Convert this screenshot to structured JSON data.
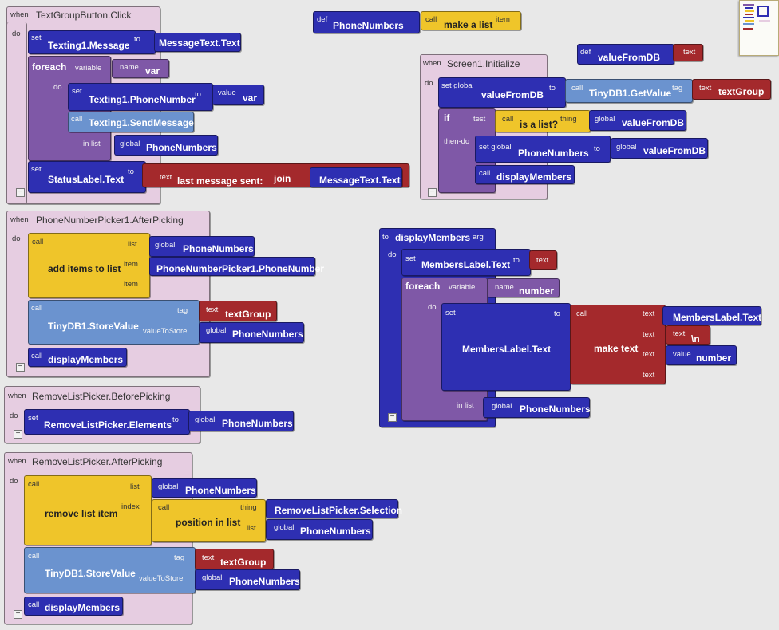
{
  "labels": {
    "when": "when",
    "do": "do",
    "set": "set",
    "to": "to",
    "call": "call",
    "def": "def",
    "text": "text",
    "foreach": "foreach",
    "variable": "variable",
    "name": "name",
    "in_list": "in list",
    "value": "value",
    "global": "global",
    "set_global": "set global",
    "list": "list",
    "item": "item",
    "index": "index",
    "tag": "tag",
    "value_to_store": "valueToStore",
    "if": "if",
    "test": "test",
    "then_do": "then-do",
    "thing": "thing",
    "arg": "arg",
    "minus": "−"
  },
  "blocks": {
    "text_group_click": {
      "event": "TextGroupButton.Click",
      "set1_prop": "Texting1.Message",
      "set1_value": "MessageText.Text",
      "foreach_var": "var",
      "set2_prop": "Texting1.PhoneNumber",
      "set2_value": "var",
      "call": "Texting1.SendMessage",
      "in_list_value": "PhoneNumbers",
      "set3_prop": "StatusLabel.Text",
      "literal": "last message sent:",
      "join": "join",
      "join_value": "MessageText.Text"
    },
    "phone_numbers_def": {
      "name": "PhoneNumbers",
      "call": "make a list"
    },
    "value_from_db_def": {
      "name": "valueFromDB"
    },
    "screen_init": {
      "event": "Screen1.Initialize",
      "set_var": "valueFromDB",
      "call": "TinyDB1.GetValue",
      "tag": "textGroup",
      "test_call": "is a list?",
      "thing_value": "valueFromDB",
      "then_set_var": "PhoneNumbers",
      "then_set_value": "valueFromDB",
      "then_call": "displayMembers"
    },
    "picker_after": {
      "event": "PhoneNumberPicker1.AfterPicking",
      "call": "add items to list",
      "list_value": "PhoneNumbers",
      "item_value": "PhoneNumberPicker1.PhoneNumber",
      "store_call": "TinyDB1.StoreValue",
      "tag": "textGroup",
      "store_value": "PhoneNumbers",
      "final_call": "displayMembers"
    },
    "display_members": {
      "proc": "displayMembers",
      "set_prop": "MembersLabel.Text",
      "foreach_var": "number",
      "set_inner": "MembersLabel.Text",
      "make_text": "make text",
      "v1": "MembersLabel.Text",
      "v2": "\\n",
      "v3": "number",
      "in_list_value": "PhoneNumbers"
    },
    "remove_before": {
      "event": "RemoveListPicker.BeforePicking",
      "set_prop": "RemoveListPicker.Elements",
      "value": "PhoneNumbers"
    },
    "remove_after": {
      "event": "RemoveListPicker.AfterPicking",
      "call": "remove list item",
      "list_value": "PhoneNumbers",
      "pos_call": "position in list",
      "thing_value": "RemoveListPicker.Selection",
      "pos_list_value": "PhoneNumbers",
      "store_call": "TinyDB1.StoreValue",
      "tag": "textGroup",
      "store_value": "PhoneNumbers",
      "final_call": "displayMembers"
    }
  },
  "colors": {
    "background": "#e8e8e8",
    "event": "#e6cde1",
    "control": "#7f58a7",
    "component": "#2e2fb2",
    "method": "#6b93cf",
    "list": "#efc52a",
    "text": "#a4292c"
  }
}
